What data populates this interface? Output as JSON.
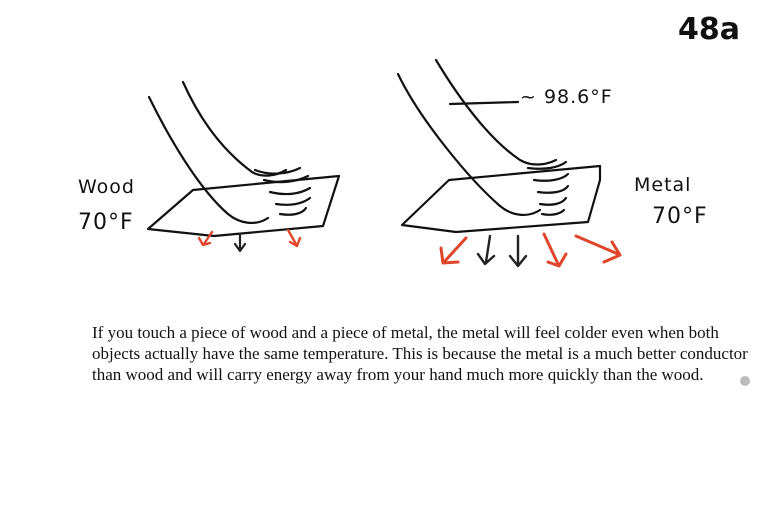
{
  "page": {
    "number": "48a"
  },
  "wood": {
    "label": "Wood",
    "temperature": "70°F"
  },
  "metal": {
    "label": "Metal",
    "temperature": "70°F"
  },
  "hand": {
    "skin_temperature": "~ 98.6°F"
  },
  "caption": "If you touch a piece of wood and a piece of metal, the metal will feel colder even when both objects actually have the same temperature.  This is because the metal is a much better conductor than wood and will carry energy away from your hand much more quickly than the wood.",
  "colors": {
    "ink": "#111111",
    "heat_arrow": "#e0452a"
  },
  "icons": {
    "hand": "hand-sketch-icon",
    "heat_flow": "arrow-down-icon"
  }
}
